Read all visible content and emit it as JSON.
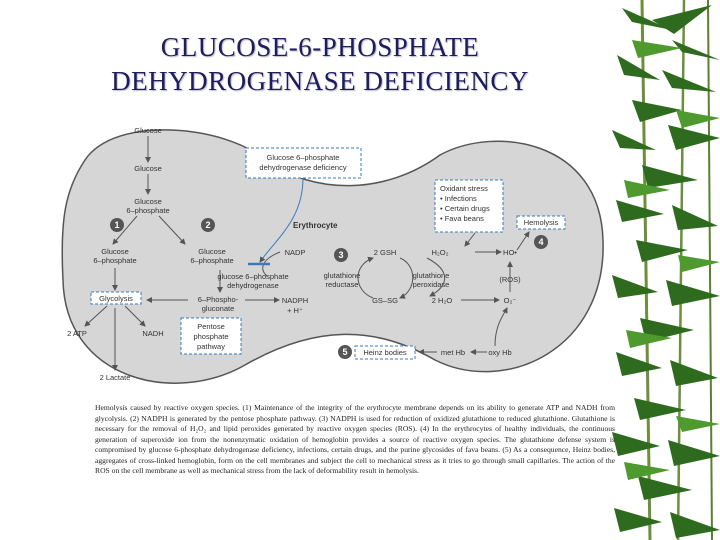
{
  "title": {
    "line1": "GLUCOSE-6-PHOSPHATE",
    "line2": "DEHYDROGENASE  DEFICIENCY"
  },
  "diagram": {
    "nodes": {
      "glucose_top": "Glucose",
      "glucose_mid": "Glucose",
      "g6p_line1": "Glucose",
      "g6p_line2": "6–phosphate",
      "g6p_left_line1": "Glucose",
      "g6p_left_line2": "6–phosphate",
      "g6p_right_line1": "Glucose",
      "g6p_right_line2": "6–phosphate",
      "deficiency_box_line1": "Glucose 6–phosphate",
      "deficiency_box_line2": "dehydrogenase deficiency",
      "erythrocyte": "Erythrocyte",
      "nadp": "NADP",
      "g6pd_enzyme_line1": "glucose 6–phosphate",
      "g6pd_enzyme_line2": "dehydrogenase",
      "phosphogluconate_line1": "6–Phospho-",
      "phosphogluconate_line2": "gluconate",
      "glycolysis": "Glycolysis",
      "two_atp": "2 ATP",
      "nadh": "NADH",
      "two_lactate": "2 Lactate",
      "ppp_line1": "Pentose",
      "ppp_line2": "phosphate",
      "ppp_line3": "pathway",
      "nadph": "NADPH",
      "h_plus": "+ H⁺",
      "two_gsh": "2 GSH",
      "gs_sg": "GS–SG",
      "gr_line1": "glutathione",
      "gr_line2": "reductase",
      "gp_line1": "glutathione",
      "gp_line2": "peroxidase",
      "h2o2": "H₂O₂",
      "two_h2o": "2 H₂O",
      "ho_radical": "HO•",
      "superoxide": "O₂⁻",
      "ros": "(ROS)",
      "oxidant_title": "Oxidant stress",
      "oxidant_items": [
        "• Infections",
        "• Certain drugs",
        "• Fava beans"
      ],
      "hemolysis": "Hemolysis",
      "heinz_bodies": "Heinz bodies",
      "met_hb": "met Hb",
      "oxy_hb": "oxy Hb"
    },
    "step_numbers": [
      "1",
      "2",
      "3",
      "4",
      "5"
    ],
    "colors": {
      "badge": "#555555",
      "dashed_box": "#3a7bbf",
      "membrane": "#555555",
      "background": "#d6d6d6"
    }
  },
  "caption": "Hemolysis caused by reactive oxygen species. (1) Maintenance of the integrity of the erythrocyte membrane depends on its ability to generate ATP and NADH from glycolysis. (2) NADPH is generated by the pentose phosphate pathway. (3) NADPH is used for reduction of oxidized glutathione to reduced glutathione. Glutathione is necessary for the removal of H₂O₂ and lipid peroxides generated by reactive oxygen species (ROS). (4) In the erythrocytes of healthy individuals, the continuous generation of superoxide ion from the nonenzymatic oxidation of hemoglobin provides a source of reactive oxygen species. The glutathione defense system is compromised by glucose 6-phosphate dehydrogenase deficiency, infections, certain drugs, and the purine glycosides of fava beans. (5) As a consequence, Heinz bodies, aggregates of cross-linked hemoglobin, form on the cell membranes and subject the cell to mechanical stress as it tries to go through small capillaries. The action of the ROS on the cell membrane as well as mechanical stress from the lack of deformability result in hemolysis."
}
